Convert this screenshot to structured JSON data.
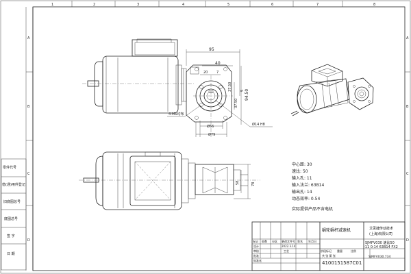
{
  "border": {
    "columns": [
      "1",
      "2",
      "3",
      "4",
      "5",
      "6",
      "7",
      "8"
    ],
    "rows": [
      "A",
      "B",
      "C",
      "D"
    ]
  },
  "left_panel": [
    "零件代号",
    "借(通)用件登记",
    "旧底图总号",
    "底图总号",
    "签 字",
    "日 期"
  ],
  "dimensions": {
    "d95": "95",
    "d40": "40",
    "d20": "20",
    "d7": "7",
    "d5": "5",
    "d94_50": "94.50",
    "d37_50": "37.50",
    "d37_50b": "37.50",
    "holes": "4-M6均布",
    "d56": "Ø56",
    "d79": "Ø79",
    "d14h8": "Ø14 H8",
    "d58": "58",
    "d78": "78"
  },
  "specs": [
    "中心距: 30",
    "速比: 50",
    "输入孔: 11",
    "输入法兰: 63B14",
    "输出孔: 14",
    "动态效率: 0.54"
  ],
  "note": "实际提供产品不含电机",
  "title_block": {
    "product_name": "蜗轮蜗杆减速机",
    "company_line1": "艾思捷传动技术",
    "company_line2": "(上海)有限公司",
    "model_line1": "SJMFV030  速比50",
    "model_line2": "-11 0:14 63B14 FX2",
    "ref_small": "SJMFV030.734",
    "drawing_number": "4100151587C01",
    "header_cells": [
      "标记",
      "处数",
      "分区",
      "更改文件号",
      "签名",
      "年月日"
    ],
    "date_value": "2022.3.14",
    "role_design": "设计",
    "role_check": "审核",
    "role_process": "工艺",
    "role_approve": "批准",
    "role_std": "标准化",
    "row_labels": [
      "阶段标记",
      "重量",
      "比例"
    ],
    "sheet": "共 张 第 张"
  }
}
